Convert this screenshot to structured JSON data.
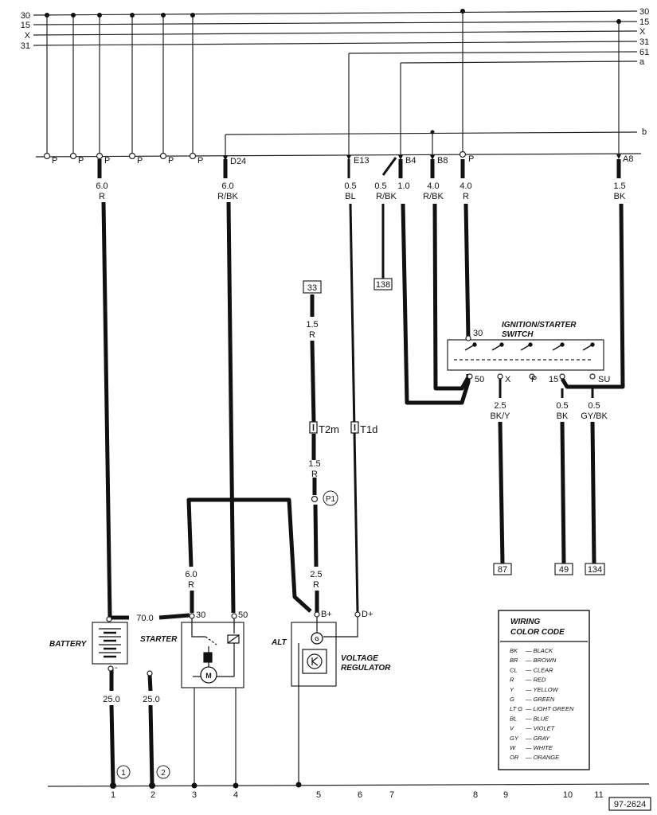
{
  "rails": {
    "left": [
      "30",
      "15",
      "X",
      "31"
    ],
    "right": [
      "30",
      "15",
      "X",
      "31",
      "61",
      "a"
    ],
    "b_label": "b"
  },
  "connectors": [
    {
      "id": "c1",
      "label": "P"
    },
    {
      "id": "c2",
      "label": "P"
    },
    {
      "id": "c3",
      "label": "P"
    },
    {
      "id": "c4",
      "label": "P"
    },
    {
      "id": "c5",
      "label": "P"
    },
    {
      "id": "c6",
      "label": "P"
    },
    {
      "id": "c7",
      "label": "D24"
    },
    {
      "id": "c8",
      "label": "E13"
    },
    {
      "id": "c9",
      "label": "B4"
    },
    {
      "id": "c10",
      "label": "B8"
    },
    {
      "id": "c11",
      "label": "P"
    },
    {
      "id": "c12",
      "label": "A8"
    }
  ],
  "wires": [
    {
      "id": "w1",
      "size": "6.0",
      "color": "R"
    },
    {
      "id": "w2",
      "size": "6.0",
      "color": "R/BK"
    },
    {
      "id": "w3",
      "size": "0.5",
      "color": "BL"
    },
    {
      "id": "w4",
      "size": "0.5",
      "color": "R/BK"
    },
    {
      "id": "w5",
      "size": "1.0",
      "color": ""
    },
    {
      "id": "w6",
      "size": "4.0",
      "color": "R/BK"
    },
    {
      "id": "w7",
      "size": "4.0",
      "color": "R"
    },
    {
      "id": "w8",
      "size": "1.5",
      "color": "BK"
    },
    {
      "id": "w9",
      "size": "1.5",
      "color": "R"
    },
    {
      "id": "w10",
      "size": "1.5",
      "color": "R"
    },
    {
      "id": "w11",
      "size": "2.5",
      "color": "R"
    },
    {
      "id": "w12",
      "size": "6.0",
      "color": "R"
    },
    {
      "id": "w13",
      "size": "70.0",
      "color": ""
    },
    {
      "id": "w14",
      "size": "25.0",
      "color": ""
    },
    {
      "id": "w15",
      "size": "25.0",
      "color": ""
    },
    {
      "id": "w16",
      "size": "2.5",
      "color": "BK/Y"
    },
    {
      "id": "w17",
      "size": "0.5",
      "color": "BK"
    },
    {
      "id": "w18",
      "size": "0.5",
      "color": "GY/BK"
    }
  ],
  "refs": {
    "r138": "138",
    "r33": "33",
    "r87": "87",
    "r49": "49",
    "r134": "134"
  },
  "terminals": {
    "t2m": "T2m",
    "t1d": "T1d",
    "p1": "P1",
    "g1": "1",
    "g2": "2",
    "sw30": "30",
    "sw50": "50",
    "swX": "X",
    "swP": "P",
    "sw15": "15",
    "swSU": "SU",
    "st30": "30",
    "st50": "50",
    "altB": "B+",
    "altD": "D+",
    "bat_minus": "-"
  },
  "components": {
    "battery": "BATTERY",
    "starter": "STARTER",
    "alt": "ALT",
    "regulator_1": "VOLTAGE",
    "regulator_2": "REGULATOR",
    "switch_1": "IGNITION/STARTER",
    "switch_2": "SWITCH"
  },
  "ground_numbers": [
    "1",
    "2",
    "3",
    "4",
    "5",
    "6",
    "7",
    "8",
    "9",
    "10",
    "11"
  ],
  "legend": {
    "title_1": "WIRING",
    "title_2": "COLOR CODE",
    "items": [
      {
        "code": "BK",
        "name": "BLACK"
      },
      {
        "code": "BR",
        "name": "BROWN"
      },
      {
        "code": "CL",
        "name": "CLEAR"
      },
      {
        "code": "R",
        "name": "RED"
      },
      {
        "code": "Y",
        "name": "YELLOW"
      },
      {
        "code": "G",
        "name": "GREEN"
      },
      {
        "code": "LT G",
        "name": "LIGHT GREEN"
      },
      {
        "code": "BL",
        "name": "BLUE"
      },
      {
        "code": "V",
        "name": "VIOLET"
      },
      {
        "code": "GY",
        "name": "GRAY"
      },
      {
        "code": "W",
        "name": "WHITE"
      },
      {
        "code": "OR",
        "name": "ORANGE"
      }
    ]
  },
  "figure_id": "97-2624"
}
